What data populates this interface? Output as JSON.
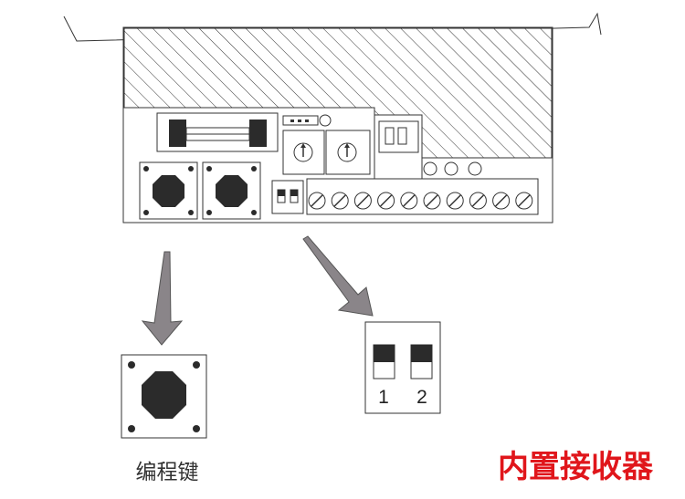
{
  "labels": {
    "button_caption": "编程键",
    "title": "内置接收器",
    "dip_switch_numbers": [
      "1",
      "2"
    ]
  },
  "colors": {
    "title": "#e0161b",
    "arrow": "#8a8589",
    "outline": "#333333",
    "component_fill": "#2b2b2b"
  },
  "components": {
    "push_buttons": 2,
    "potentiometers": 2,
    "terminal_screws": 10,
    "indicator_circles": 3,
    "dip_switch_positions": 2
  }
}
